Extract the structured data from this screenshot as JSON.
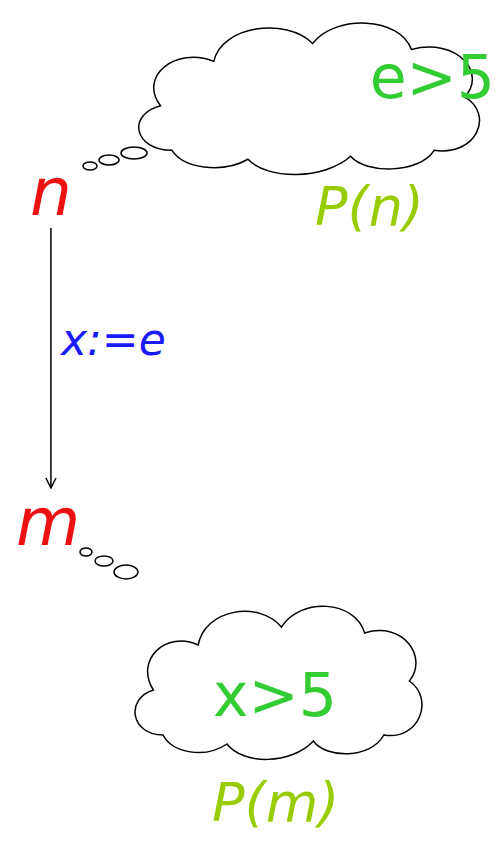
{
  "diagram": {
    "nodes": [
      {
        "text": [
          "e>5"
        ]
      },
      {
        "text": [
          "n"
        ]
      },
      {
        "text": [
          "m"
        ]
      },
      {
        "text": [
          "x>5"
        ]
      }
    ],
    "edges": [
      {
        "from": 1,
        "to": 2,
        "arrow": "to",
        "label": "x:=e"
      }
    ],
    "labels": [
      "P(n)",
      "P(m)"
    ]
  }
}
